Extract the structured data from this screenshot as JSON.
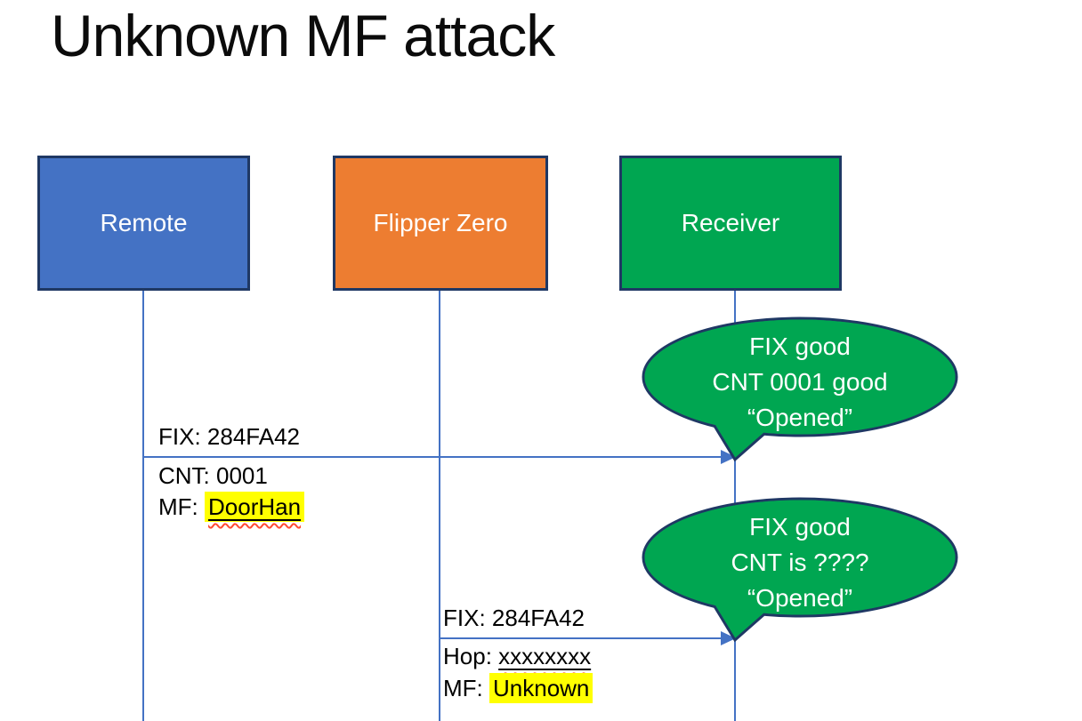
{
  "title": "Unknown MF attack",
  "actors": [
    {
      "label": "Remote"
    },
    {
      "label": "Flipper Zero"
    },
    {
      "label": "Receiver"
    }
  ],
  "message1": {
    "line1": "FIX: 284FA42",
    "line2": "CNT: 0001",
    "line3_label": "MF: ",
    "line3_value": "DoorHan"
  },
  "message2": {
    "line1": "FIX: 284FA42",
    "line2_label": "Hop: ",
    "line2_value": "xxxxxxxx",
    "line3_label": "MF: ",
    "line3_value": "Unknown"
  },
  "bubble1": {
    "line1": "FIX good",
    "line2": "CNT 0001 good",
    "line3": "“Opened”"
  },
  "bubble2": {
    "line1": "FIX good",
    "line2": "CNT is ????",
    "line3": "“Opened”"
  },
  "colors": {
    "remote_fill": "#4472C4",
    "flipper_fill": "#ED7D31",
    "receiver_fill": "#00A651",
    "bubble_fill": "#00A651",
    "shape_border": "#1F3864",
    "connector": "#4472C4",
    "highlight": "#FFFF00",
    "squiggle": "#FF4B33"
  }
}
